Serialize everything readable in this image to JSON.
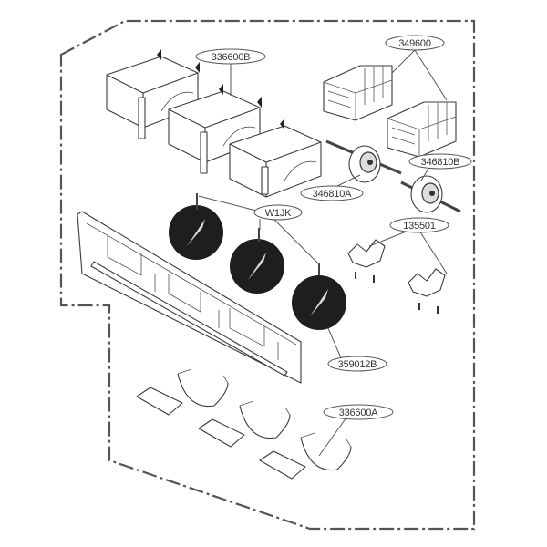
{
  "diagram": {
    "type": "exploded-parts-diagram",
    "colors": {
      "line": "#3a3a3a",
      "blower_fill": "#1e1e1e",
      "background": "#ffffff",
      "border": "#555555"
    },
    "callouts": [
      {
        "id": "callout-336600B",
        "label": "336600B",
        "part": "blower-housing-upper"
      },
      {
        "id": "callout-349600",
        "label": "349600",
        "part": "motor-mount-bracket"
      },
      {
        "id": "callout-346810A",
        "label": "346810A",
        "part": "fan-motor-a"
      },
      {
        "id": "callout-346810B",
        "label": "346810B",
        "part": "fan-motor-b"
      },
      {
        "id": "callout-W1JK",
        "label": "W1JK",
        "part": "blower-wheel-set-screw"
      },
      {
        "id": "callout-135501",
        "label": "135501",
        "part": "motor-clamp"
      },
      {
        "id": "callout-359012B",
        "label": "359012B",
        "part": "blower-wheel"
      },
      {
        "id": "callout-336600A",
        "label": "336600A",
        "part": "blower-housing-lower"
      }
    ]
  }
}
